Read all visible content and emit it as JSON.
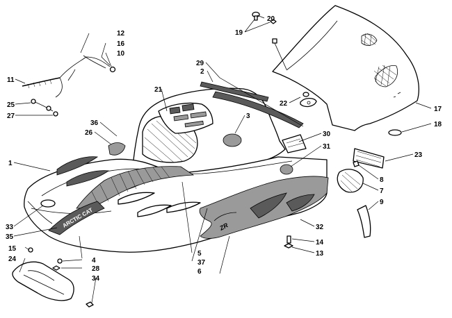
{
  "diagram": {
    "callouts": [
      {
        "id": "c12",
        "label": "12"
      },
      {
        "id": "c16",
        "label": "16"
      },
      {
        "id": "c10",
        "label": "10"
      },
      {
        "id": "c11",
        "label": "11"
      },
      {
        "id": "c25",
        "label": "25"
      },
      {
        "id": "c27",
        "label": "27"
      },
      {
        "id": "c20",
        "label": "20"
      },
      {
        "id": "c19",
        "label": "19"
      },
      {
        "id": "c29",
        "label": "29"
      },
      {
        "id": "c2",
        "label": "2"
      },
      {
        "id": "c21",
        "label": "21"
      },
      {
        "id": "c22",
        "label": "22"
      },
      {
        "id": "c17",
        "label": "17"
      },
      {
        "id": "c18",
        "label": "18"
      },
      {
        "id": "c3",
        "label": "3"
      },
      {
        "id": "c36",
        "label": "36"
      },
      {
        "id": "c26",
        "label": "26"
      },
      {
        "id": "c30",
        "label": "30"
      },
      {
        "id": "c31",
        "label": "31"
      },
      {
        "id": "c23",
        "label": "23"
      },
      {
        "id": "c1",
        "label": "1"
      },
      {
        "id": "c8",
        "label": "8"
      },
      {
        "id": "c7",
        "label": "7"
      },
      {
        "id": "c9",
        "label": "9"
      },
      {
        "id": "c33",
        "label": "33"
      },
      {
        "id": "c35",
        "label": "35"
      },
      {
        "id": "c32",
        "label": "32"
      },
      {
        "id": "c14",
        "label": "14"
      },
      {
        "id": "c13",
        "label": "13"
      },
      {
        "id": "c5",
        "label": "5"
      },
      {
        "id": "c37",
        "label": "37"
      },
      {
        "id": "c6",
        "label": "6"
      },
      {
        "id": "c15",
        "label": "15"
      },
      {
        "id": "c24",
        "label": "24"
      },
      {
        "id": "c4",
        "label": "4"
      },
      {
        "id": "c28",
        "label": "28"
      },
      {
        "id": "c34",
        "label": "34"
      }
    ]
  }
}
